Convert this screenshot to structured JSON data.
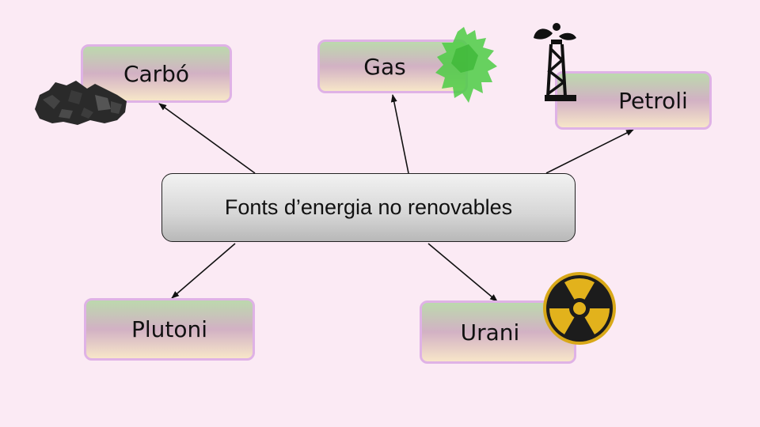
{
  "diagram": {
    "center": {
      "label": "Fonts d’energia no renovables"
    },
    "nodes": [
      {
        "id": "carbo",
        "label": "Carbó",
        "icon": "coal-icon"
      },
      {
        "id": "gas",
        "label": "Gas",
        "icon": "gas-cloud-icon"
      },
      {
        "id": "petroli",
        "label": "Petroli",
        "icon": "oil-derrick-icon"
      },
      {
        "id": "plutoni",
        "label": "Plutoni",
        "icon": ""
      },
      {
        "id": "urani",
        "label": "Urani",
        "icon": "radiation-icon"
      }
    ],
    "edges": [
      {
        "from": "center",
        "to": "carbo"
      },
      {
        "from": "center",
        "to": "gas"
      },
      {
        "from": "center",
        "to": "petroli"
      },
      {
        "from": "center",
        "to": "plutoni"
      },
      {
        "from": "center",
        "to": "urani"
      }
    ]
  },
  "colors": {
    "background": "#fbeaf4",
    "node_border": "#dfb2e6",
    "gas_green": "#4ccc44",
    "radiation_yellow": "#e2b21c"
  }
}
